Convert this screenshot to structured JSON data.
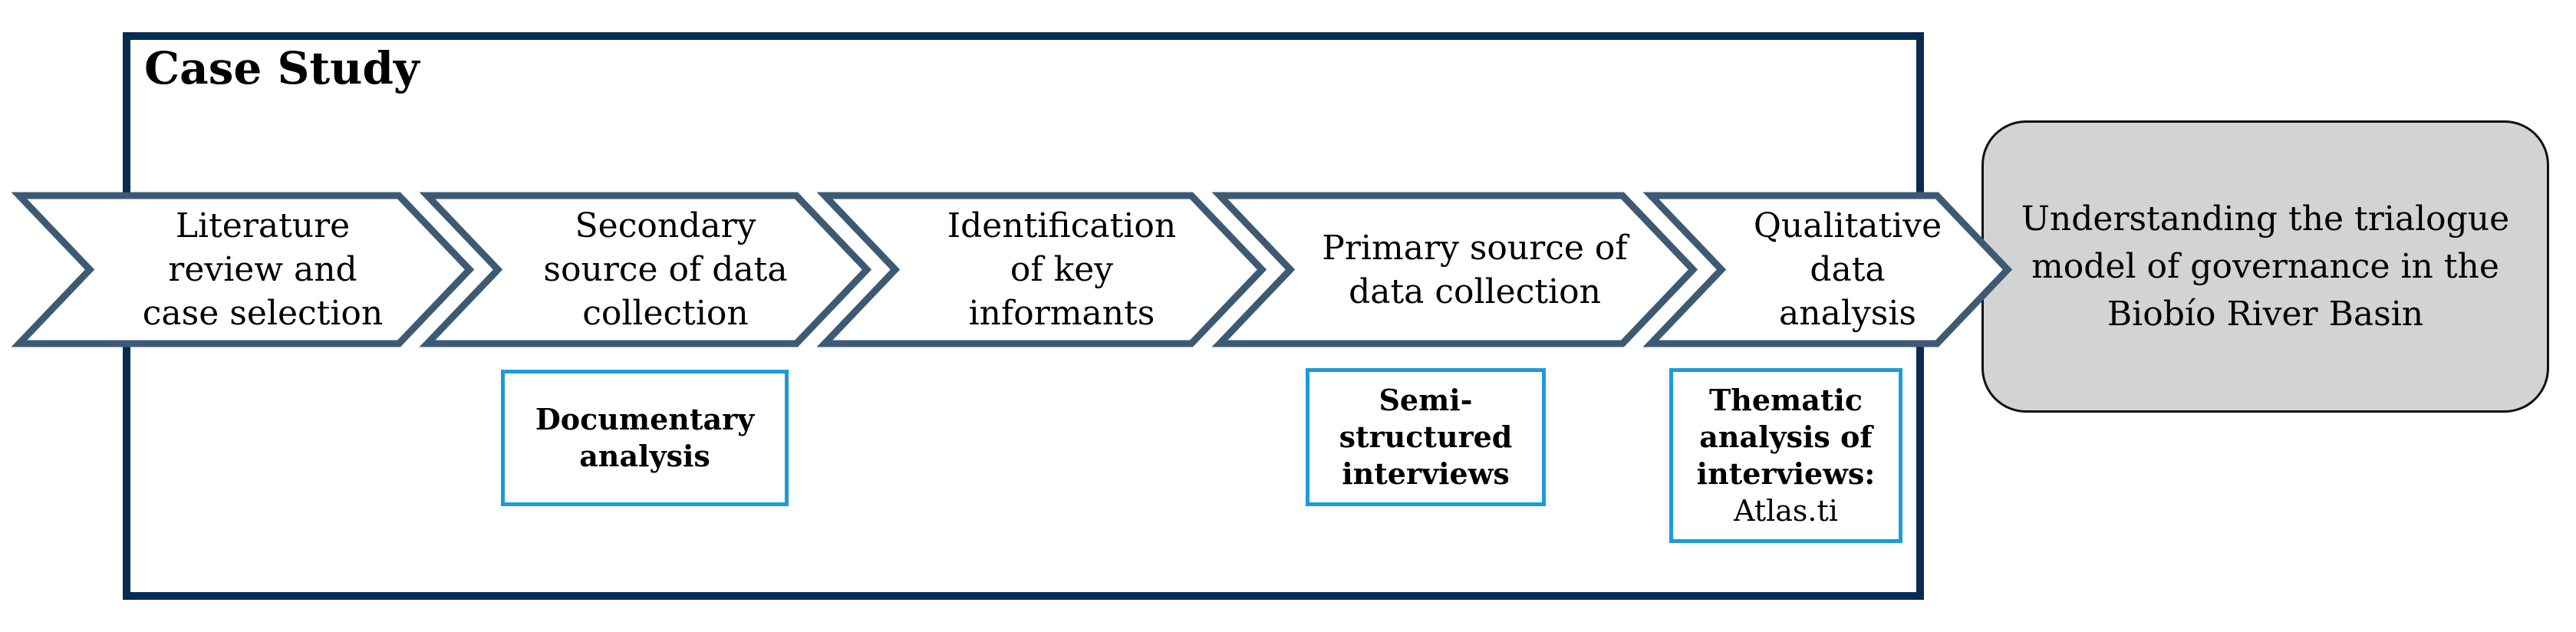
{
  "frame": {
    "title": "Case Study"
  },
  "arrows": [
    {
      "lines": [
        "Literature",
        "review and",
        "case selection"
      ]
    },
    {
      "lines": [
        "Secondary",
        "source of data",
        "collection"
      ]
    },
    {
      "lines": [
        "Identification",
        "of key",
        "informants"
      ]
    },
    {
      "lines": [
        "Primary source of",
        "data collection"
      ]
    },
    {
      "lines": [
        "Qualitative",
        "data",
        "analysis"
      ]
    }
  ],
  "method_boxes": [
    {
      "bold_lines": [
        "Documentary",
        "analysis"
      ]
    },
    {
      "bold_lines": [
        "Semi-",
        "structured",
        "interviews"
      ]
    },
    {
      "bold_lines": [
        "Thematic",
        "analysis of",
        "interviews:"
      ],
      "plain_line": "Atlas.ti"
    }
  ],
  "outcome": {
    "lines": [
      "Understanding the trialogue",
      "model of governance in the",
      "Biobío River Basin"
    ]
  },
  "colors": {
    "frame_border": "#082B52",
    "arrow_outline": "#3D5A75",
    "method_box_border": "#1E9BD7",
    "outcome_fill": "#D3D3D3",
    "outcome_border": "#111111"
  }
}
